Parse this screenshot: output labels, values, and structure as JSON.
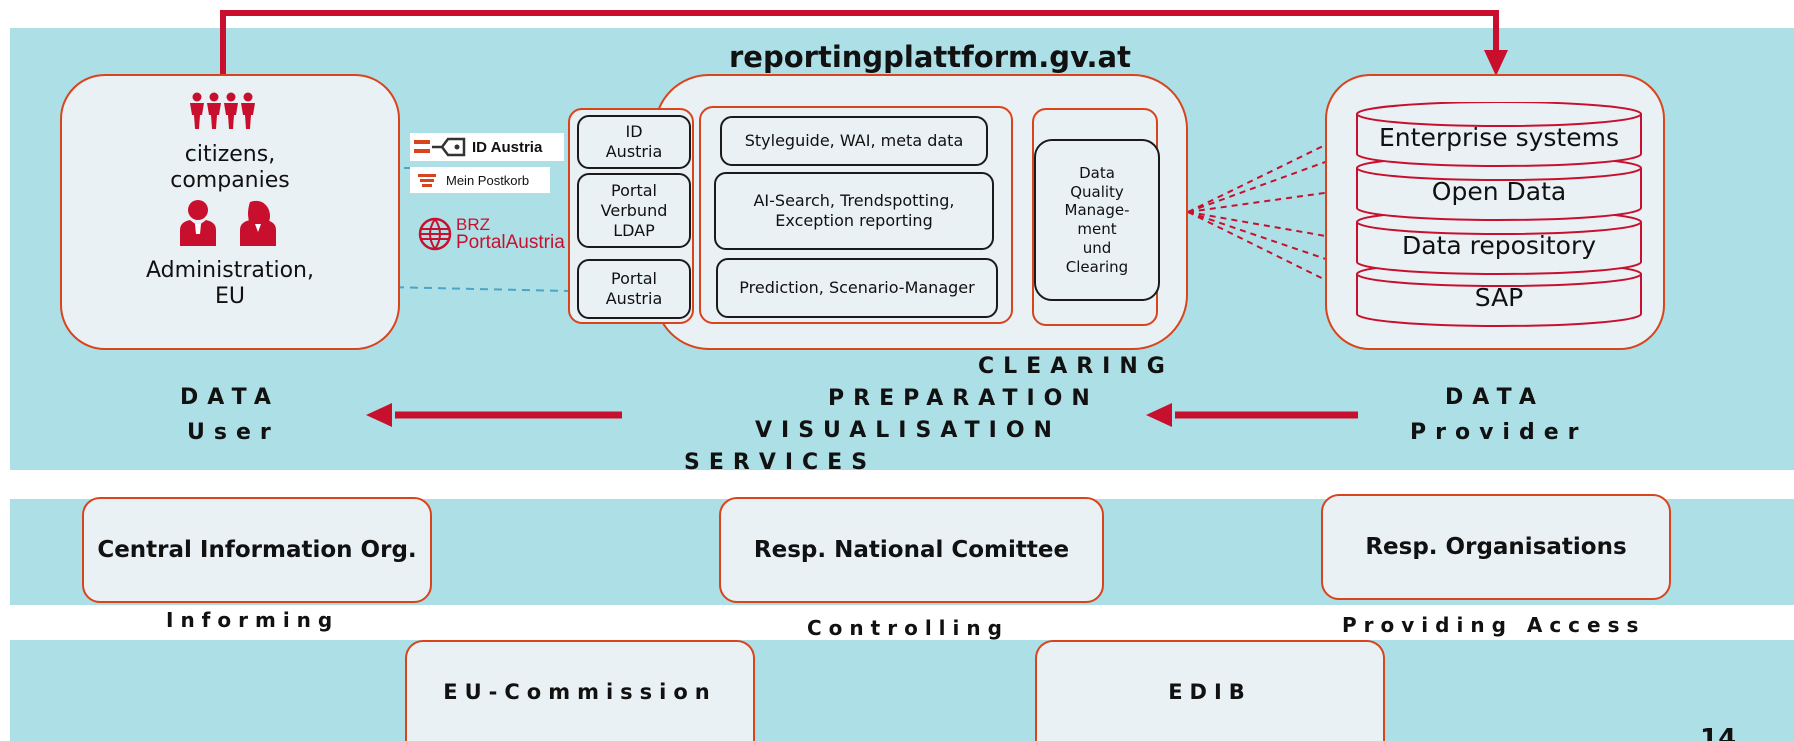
{
  "header": {
    "title": "reportingplattform.gv.at"
  },
  "data_user": {
    "citizens_label": "citizens,\ncompanies",
    "administration_label": "Administration,\nEU",
    "title_line1": "DATA",
    "title_line2": "User"
  },
  "logos": {
    "id_austria": "ID Austria",
    "mein_postkorb": "Mein Postkorb",
    "brz_line1": "BRZ",
    "brz_line2": "PortalAustria"
  },
  "platform": {
    "left_column": [
      "ID\nAustria",
      "Portal\nVerbund\nLDAP",
      "Portal\nAustria"
    ],
    "middle_column": [
      "Styleguide, WAI, meta data",
      "AI-Search, Trendspotting,\nException reporting",
      "Prediction, Scenario-Manager"
    ],
    "right_box": "Data\nQuality\nManage-\nment\nund\nClearing"
  },
  "data_provider": {
    "systems": [
      "Enterprise systems",
      "Open Data",
      "Data repository",
      "SAP"
    ],
    "title_line1": "DATA",
    "title_line2": "Provider"
  },
  "process_labels": [
    "CLEARING",
    "PREPARATION",
    "VISUALISATION",
    "SERVICES"
  ],
  "organisations": {
    "central": "Central Information Org.",
    "national": "Resp. National Comittee",
    "resp_orgs": "Resp. Organisations",
    "informing": "Informing",
    "controlling": "Controlling",
    "providing": "Providing Access",
    "eu_commission": "EU-Commission",
    "edib": "EDIB"
  },
  "colors": {
    "accent": "#c8102e",
    "box_border": "#d9441c",
    "band": "#addfe6",
    "box_fill": "#e9f1f5",
    "dashed_link": "#4aa6c4"
  },
  "page_number": "14"
}
